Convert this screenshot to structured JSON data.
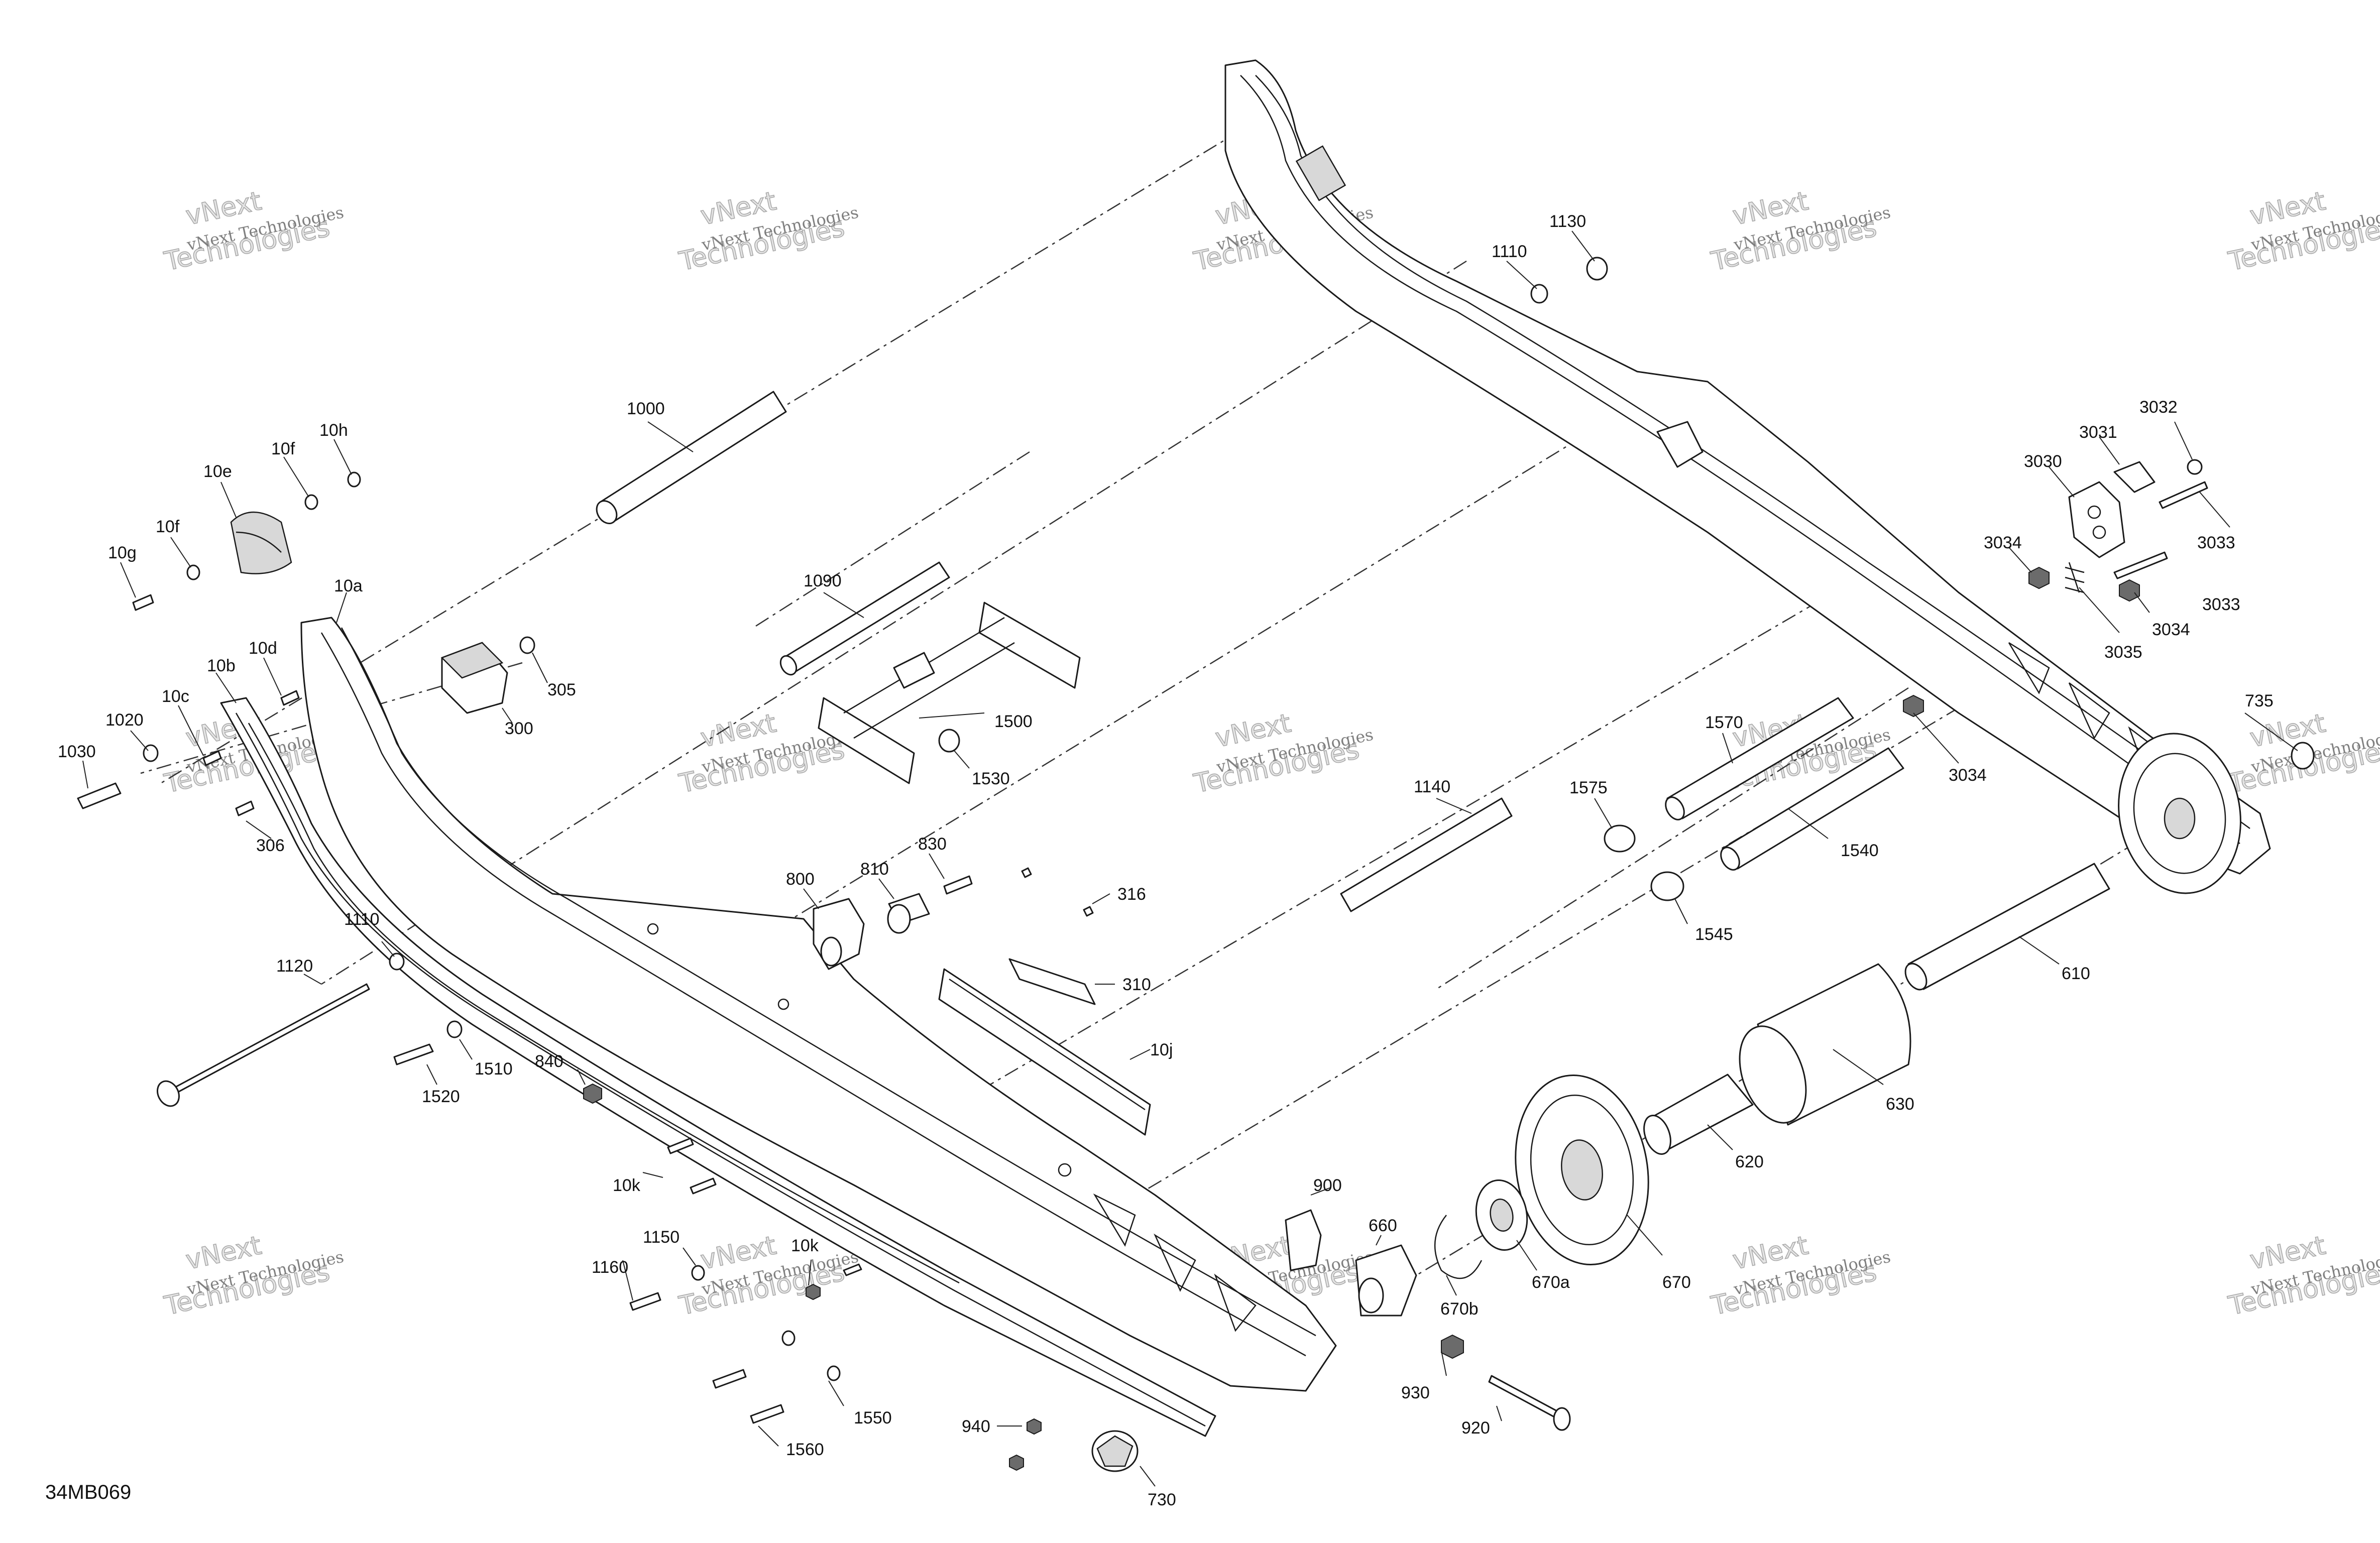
{
  "diagram_code": "34MB069",
  "watermark": {
    "line1": "vNext Technologies",
    "line2": "vNext",
    "line3": "Technologies"
  },
  "labels": {
    "p1000": "1000",
    "p1090": "1090",
    "p1110a": "1110",
    "p1130": "1130",
    "p3031": "3031",
    "p3032": "3032",
    "p3030": "3030",
    "p3033a": "3033",
    "p3034a": "3034",
    "p3034b": "3034",
    "p3033b": "3033",
    "p3035": "3035",
    "p3034c": "3034",
    "p735": "735",
    "p10e": "10e",
    "p10f1": "10f",
    "p10h": "10h",
    "p10f2": "10f",
    "p10g": "10g",
    "p10a": "10a",
    "p10d": "10d",
    "p10b": "10b",
    "p10c": "10c",
    "p1020": "1020",
    "p1030": "1030",
    "p306": "306",
    "p300": "300",
    "p305": "305",
    "p1500": "1500",
    "p1530": "1530",
    "p1570": "1570",
    "p1575": "1575",
    "p1140": "1140",
    "p1540": "1540",
    "p1545": "1545",
    "p610": "610",
    "p630": "630",
    "p620": "620",
    "p670": "670",
    "p670a": "670a",
    "p670b": "670b",
    "p800": "800",
    "p810": "810",
    "p830": "830",
    "p316": "316",
    "p310": "310",
    "p10j": "10j",
    "p1110b": "1110",
    "p1120": "1120",
    "p1510": "1510",
    "p1520": "1520",
    "p840": "840",
    "p10k1": "10k",
    "p10k2": "10k",
    "p1150": "1150",
    "p1160": "1160",
    "p1550": "1550",
    "p1560": "1560",
    "p940": "940",
    "p730": "730",
    "p900": "900",
    "p660": "660",
    "p930": "930",
    "p920": "920"
  }
}
